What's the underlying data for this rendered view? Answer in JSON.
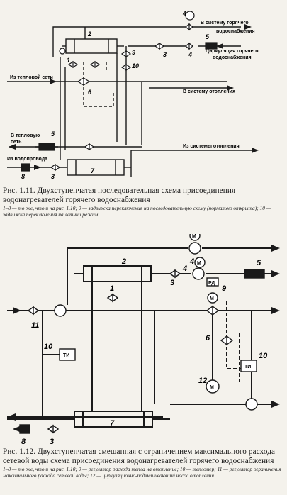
{
  "figure1": {
    "labels": {
      "hot_supply": "В систему горячего",
      "hot_supply2": "водоснабжения",
      "circulation": "Циркуляция горячего",
      "circulation2": "водоснабжения",
      "from_heat_net": "Из тепловой сети",
      "to_heating": "В систему отопления",
      "to_heat_net": "В тепловую",
      "to_heat_net2": "сеть",
      "from_water_main": "Из водопровода",
      "from_heating": "Из системы отопления"
    },
    "numbers": [
      "1",
      "2",
      "3",
      "4",
      "4",
      "5",
      "6",
      "7",
      "8",
      "9",
      "10",
      "3",
      "5"
    ],
    "caption_title": "Рис. 1.11. Двухступенчатая последовательная схема присоединения водонагревателей горячего водоснабжения",
    "caption_legend": "1–8 — то же, что и на рис. 1.10; 9 — задвижка переключения на последовательную схему (нормально открыта); 10 — задвижка переключения на летний режим"
  },
  "figure2": {
    "numbers": [
      "2",
      "1",
      "3",
      "4",
      "4",
      "5",
      "9",
      "6",
      "7",
      "8",
      "3",
      "10",
      "10",
      "11",
      "12"
    ],
    "boxes": {
      "tm": "ТИ",
      "rd": "РД",
      "m": "М"
    },
    "caption_title": "Рис. 1.12. Двухступенчатая смешанная с ограничением максимального расхода сетевой воды схема присоединения водонагревателей горячего водоснабжения",
    "caption_legend": "1–8 — то же, что и на рис. 1.10; 9 — регулятор расхода тепла на отопление; 10 — тепломер; 11 — регулятор ограничения максимального расхода сетевой воды; 12 — циркуляционно-подмешивающий насос отопления"
  }
}
